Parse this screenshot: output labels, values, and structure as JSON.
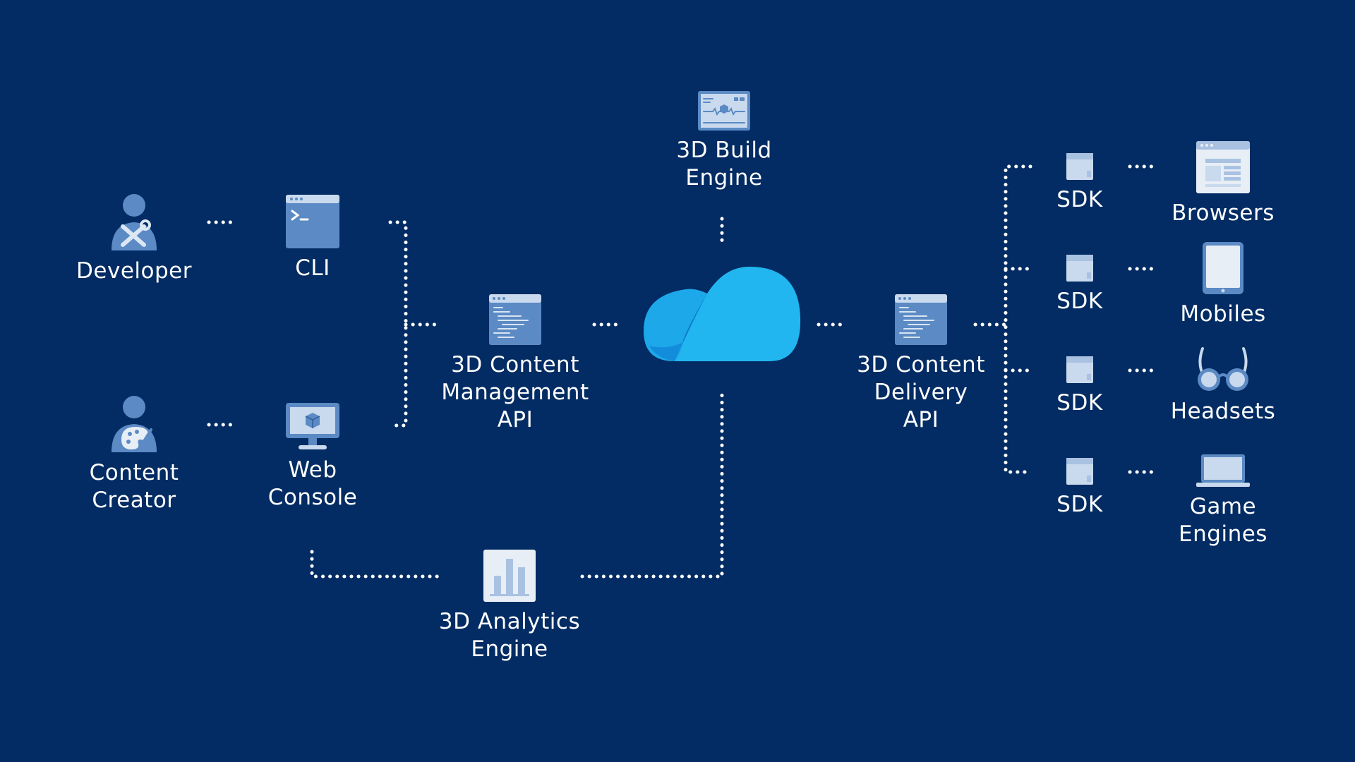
{
  "colors": {
    "background": "#022C63",
    "icon_fill": "#5B8AC4",
    "icon_light": "#C9D9EE",
    "icon_pale": "#E8EEF6",
    "cloud": "#22B6F0",
    "cloud_dark": "#0C7ACF",
    "connector": "#FFFFFF"
  },
  "nodes": {
    "developer": {
      "icon": "developer-icon",
      "lines": [
        "Developer"
      ]
    },
    "content_creator": {
      "icon": "content-creator-icon",
      "lines": [
        "Content",
        "Creator"
      ]
    },
    "cli": {
      "icon": "cli-terminal-icon",
      "lines": [
        "CLI"
      ]
    },
    "web_console": {
      "icon": "web-console-monitor-icon",
      "lines": [
        "Web",
        "Console"
      ]
    },
    "management_api": {
      "icon": "code-window-icon",
      "lines": [
        "3D Content",
        "Management",
        "API"
      ]
    },
    "build_engine": {
      "icon": "build-engine-icon",
      "lines": [
        "3D Build",
        "Engine"
      ]
    },
    "cloud": {
      "icon": "cloud-icon"
    },
    "delivery_api": {
      "icon": "code-window-icon",
      "lines": [
        "3D Content",
        "Delivery",
        "API"
      ]
    },
    "analytics_engine": {
      "icon": "bar-chart-icon",
      "lines": [
        "3D Analytics",
        "Engine"
      ]
    },
    "sdk_1": {
      "icon": "package-box-icon",
      "lines": [
        "SDK"
      ]
    },
    "sdk_2": {
      "icon": "package-box-icon",
      "lines": [
        "SDK"
      ]
    },
    "sdk_3": {
      "icon": "package-box-icon",
      "lines": [
        "SDK"
      ]
    },
    "sdk_4": {
      "icon": "package-box-icon",
      "lines": [
        "SDK"
      ]
    },
    "browsers": {
      "icon": "browser-window-icon",
      "lines": [
        "Browsers"
      ]
    },
    "mobiles": {
      "icon": "tablet-icon",
      "lines": [
        "Mobiles"
      ]
    },
    "headsets": {
      "icon": "vr-glasses-icon",
      "lines": [
        "Headsets"
      ]
    },
    "game_engines": {
      "icon": "laptop-icon",
      "lines": [
        "Game",
        "Engines"
      ]
    }
  }
}
